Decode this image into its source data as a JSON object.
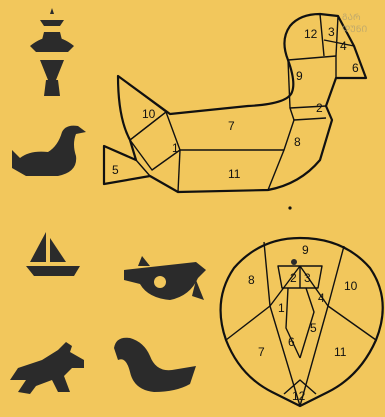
{
  "duck_puzzle": {
    "labels": [
      "1",
      "2",
      "3",
      "4",
      "5",
      "6",
      "7",
      "8",
      "9",
      "10",
      "11",
      "12"
    ]
  },
  "egg_puzzle": {
    "labels": [
      "1",
      "2",
      "3",
      "4",
      "5",
      "6",
      "7",
      "8",
      "9",
      "10",
      "11",
      "12"
    ]
  },
  "corner_stamp": [
    "ᲒᲐᲠ",
    "ᲓᲣᲜᲘ"
  ],
  "silhouettes": [
    "figure-icon",
    "duck-icon",
    "sailboat-icon",
    "bird-on-branch-icon",
    "dog-icon",
    "goose-icon"
  ]
}
